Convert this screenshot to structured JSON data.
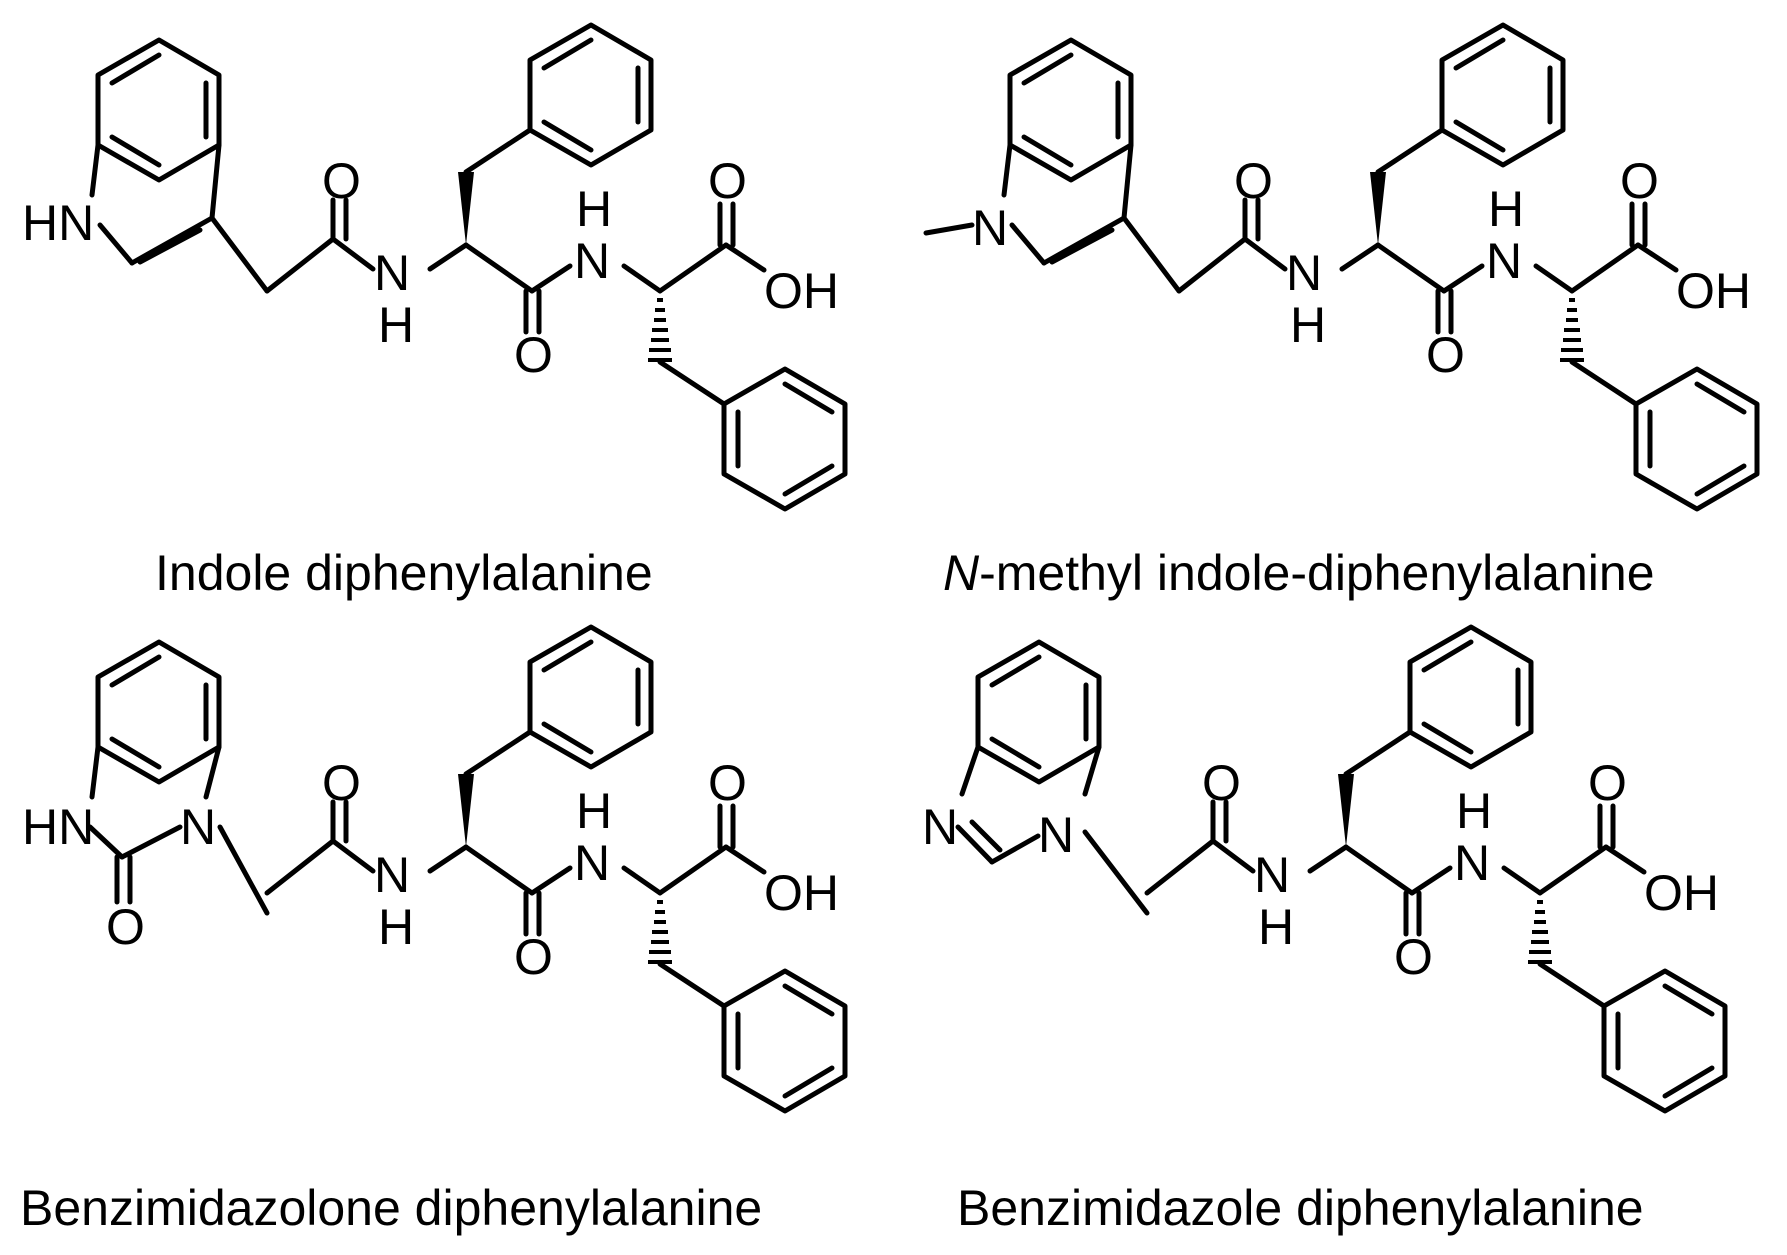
{
  "molecules": [
    {
      "name": "Indole diphenylalanine",
      "labels": {
        "nh_ring": "HN",
        "carbonyl_o": "O",
        "amide1_n": "N",
        "amide1_h": "H",
        "amide2_o": "O",
        "amide2_n": "N",
        "amide2_h": "H",
        "acid_o": "O",
        "acid_oh": "OH"
      }
    },
    {
      "name_prefix": "N",
      "name_rest": "-methyl indole-diphenylalanine",
      "labels": {
        "n_ring": "N",
        "carbonyl_o": "O",
        "amide1_n": "N",
        "amide1_h": "H",
        "amide2_o": "O",
        "amide2_n": "N",
        "amide2_h": "H",
        "acid_o": "O",
        "acid_oh": "OH"
      }
    },
    {
      "name": "Benzimidazolone diphenylalanine",
      "labels": {
        "nh_ring": "HN",
        "n_ring": "N",
        "ring_o": "O",
        "carbonyl_o": "O",
        "amide1_n": "N",
        "amide1_h": "H",
        "amide2_o": "O",
        "amide2_n": "N",
        "amide2_h": "H",
        "acid_o": "O",
        "acid_oh": "OH"
      }
    },
    {
      "name": "Benzimidazole diphenylalanine",
      "labels": {
        "n_ring1": "N",
        "n_ring2": "N",
        "carbonyl_o": "O",
        "amide1_n": "N",
        "amide1_h": "H",
        "amide2_o": "O",
        "amide2_n": "N",
        "amide2_h": "H",
        "acid_o": "O",
        "acid_oh": "OH"
      }
    }
  ]
}
